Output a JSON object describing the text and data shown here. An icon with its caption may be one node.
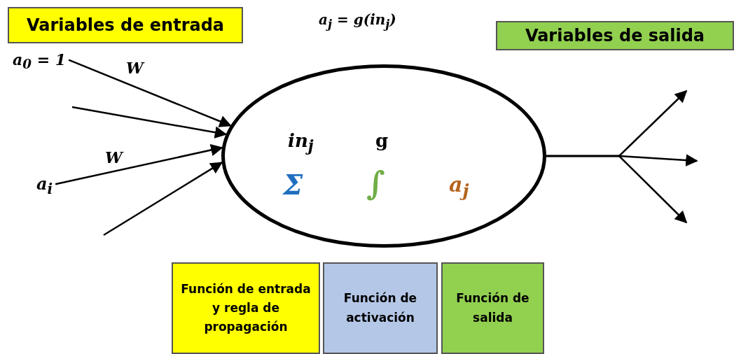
{
  "diagram": {
    "nodes": [
      {
        "text": [
          "Variables de entrada"
        ]
      },
      {
        "text": [
          "Variables de salida"
        ]
      },
      {
        "text": [
          "in$_{j}$",
          "g",
          "Σ",
          "∫",
          "a$_{j}$"
        ]
      },
      {
        "text": [
          "a$_{0}$ = 1"
        ]
      },
      {
        "text": [
          "a$_{i}$"
        ]
      },
      {
        "text": [
          "Función de entrada y regla de propagación"
        ]
      },
      {
        "text": [
          "Función de activación"
        ]
      },
      {
        "text": [
          "Función de salida"
        ]
      }
    ],
    "edges": [
      {
        "from": 3,
        "to": 2,
        "arrow": "to",
        "label": "W"
      },
      {
        "from": null,
        "to": 2,
        "arrow": "to"
      },
      {
        "from": 4,
        "to": 2,
        "arrow": "to",
        "label": "W"
      },
      {
        "from": null,
        "to": 2,
        "arrow": "to"
      },
      {
        "from": 2,
        "to": null,
        "arrow": "to"
      },
      {
        "from": 2,
        "to": null,
        "arrow": "to"
      },
      {
        "from": 2,
        "to": null,
        "arrow": "to"
      }
    ],
    "labels": [
      "a$_{j}$ = g(in$_{j}$)"
    ]
  }
}
